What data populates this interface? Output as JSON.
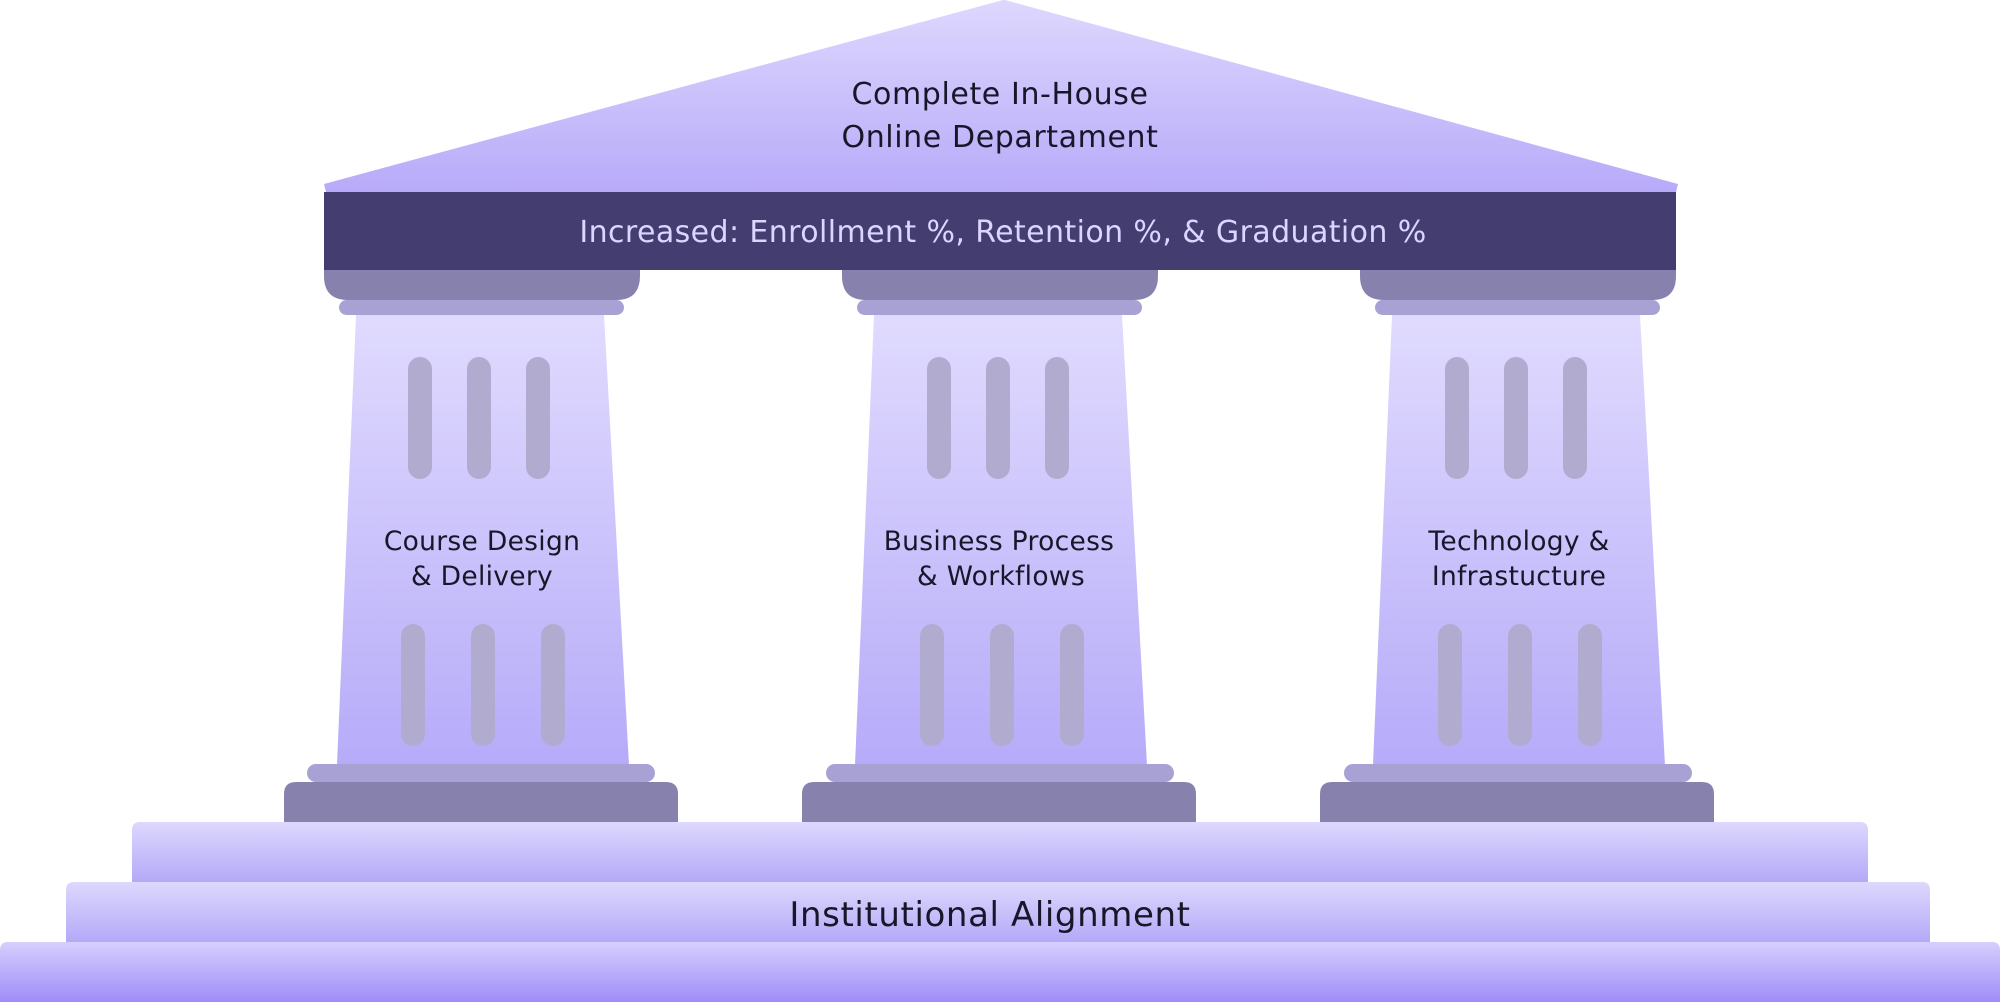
{
  "roof": {
    "line1": "Complete In-House",
    "line2": "Online Departament"
  },
  "banner": {
    "text": "Increased: Enrollment %, Retention %, & Graduation %"
  },
  "pillars": [
    {
      "line1": "Course Design",
      "line2": "& Delivery"
    },
    {
      "line1": "Business Process",
      "line2": "& Workflows"
    },
    {
      "line1": "Technology &",
      "line2": "Infrastucture"
    }
  ],
  "foundation": {
    "label": "Institutional Alignment"
  },
  "colors": {
    "banner": "#443d70",
    "capital": "#8682ad",
    "capital_ring": "#a8a2d4",
    "column_top": "#e0dbfe",
    "column_bottom": "#b6abf9",
    "flute": "#b1accf",
    "roof_top": "#ddd8fe",
    "roof_bottom": "#b8aaf9",
    "step_top": "#ddd8fd",
    "step_bottom": "#b4a9f8",
    "base_step_bottom": "#9f8cf8"
  }
}
